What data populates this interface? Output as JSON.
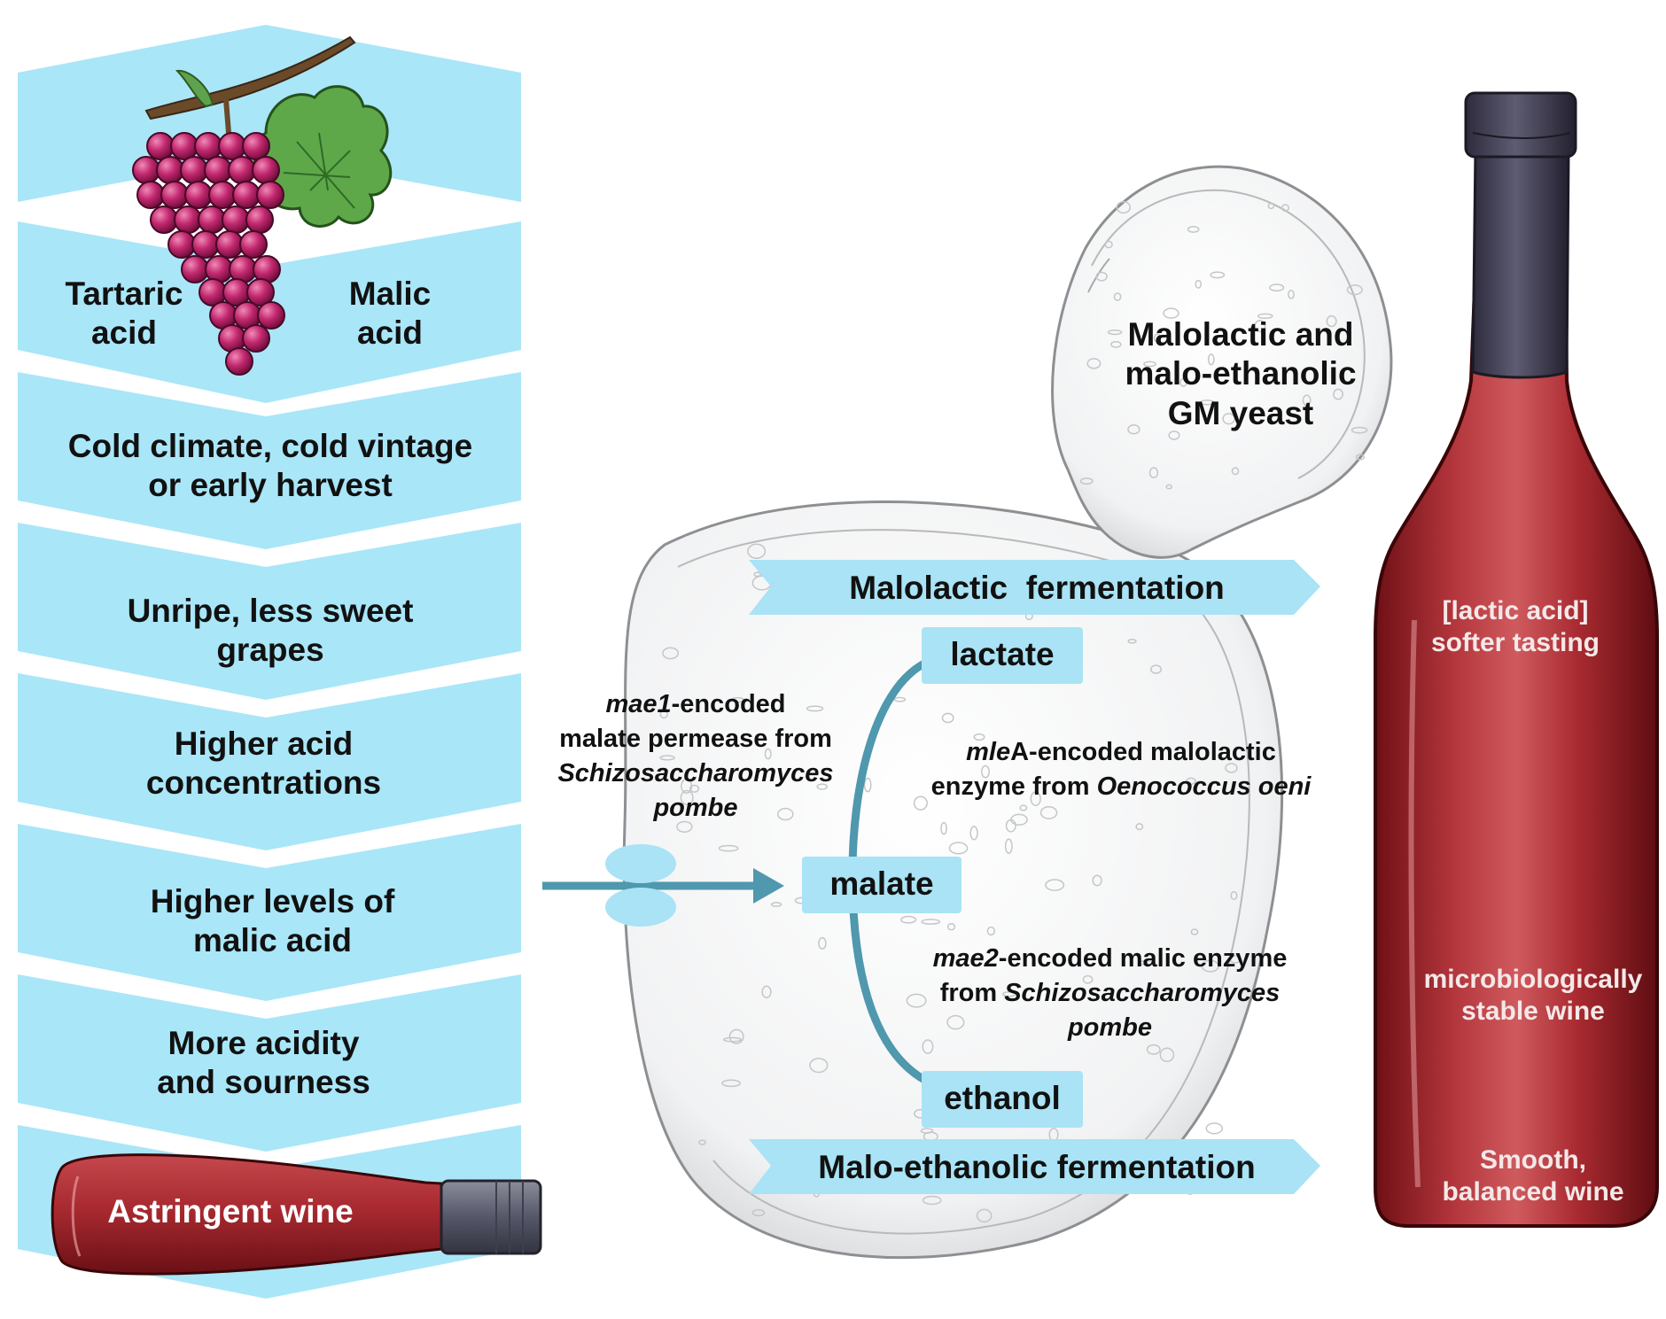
{
  "left_column": {
    "acids": {
      "tartaric": "Tartaric\nacid",
      "malic": "Malic\nacid"
    },
    "stages": [
      "Cold climate, cold vintage\nor early harvest",
      "Unripe, less sweet\ngrapes",
      "Higher acid\nconcentrations",
      "Higher levels of\nmalic acid",
      "More acidity\nand sourness"
    ],
    "outcome": "Astringent wine"
  },
  "yeast": {
    "label": "Malolactic and\nmalo-ethanolic\nGM yeast",
    "permease_html": "<i>mae1</i>-encoded<br>malate permease from<br><i>Schizosaccharomyces<br>pombe</i>",
    "malate": "malate",
    "lactate": "lactate",
    "ethanol": "ethanol",
    "mleA_html": "<i>mle</i>A-encoded malolactic<br>enzyme from <i>Oenococcus oeni</i>",
    "mae2_html": "<i>mae2</i>-encoded malic enzyme<br>from <i>Schizosaccharomyces<br>pombe</i>"
  },
  "fermentations": {
    "malolactic": "Malolactic  fermentation",
    "maloethanolic": "Malo-ethanolic fermentation"
  },
  "right_bottle": {
    "top": "[lactic acid]\nsofter tasting",
    "middle": "microbiologically\nstable wine",
    "bottom": "Smooth,\nbalanced wine"
  },
  "colors": {
    "chevron": "#a9e6f8",
    "box": "#a9e3f5",
    "path": "#4f98ad",
    "wine": "#a8232a"
  },
  "icons": {
    "grape": "grape-cluster-icon",
    "bottle": "wine-bottle-icon",
    "yeast": "yeast-cell-icon",
    "transporter": "membrane-transporter-icon"
  }
}
